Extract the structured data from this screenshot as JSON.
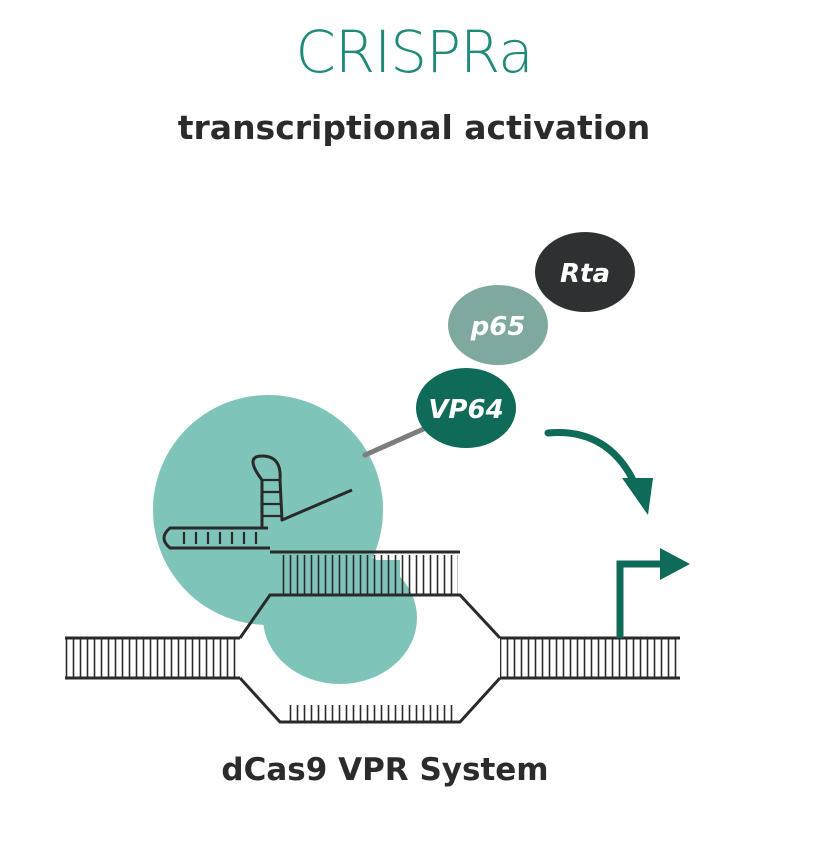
{
  "title": "CRISPRa",
  "subtitle": "transcriptional activation",
  "caption": "dCas9 VPR System",
  "activators": {
    "rta": "Rta",
    "p65": "p65",
    "vp64": "VP64"
  },
  "colors": {
    "title": "#1f8a78",
    "cas9": "#7fc4b8",
    "vp64": "#0f6a58",
    "p65": "#7fa8a0",
    "rta": "#2e3131",
    "arrow": "#0f6a58",
    "dna": "#2a2a2a"
  },
  "icons": [
    "curved-arrow-icon",
    "promoter-arrow-icon"
  ]
}
